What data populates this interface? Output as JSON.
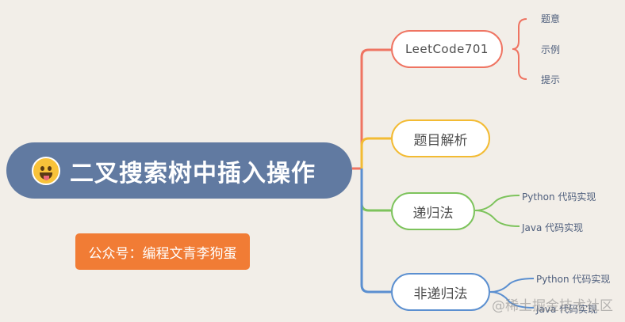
{
  "root": {
    "title": "二叉搜索树中插入操作",
    "emoji_icon": "grinning-tongue-emoji"
  },
  "badge": {
    "text": "公众号：编程文青李狗蛋"
  },
  "branches": [
    {
      "label": "LeetCode701",
      "color": "#ef7462",
      "children": [
        "题意",
        "示例",
        "提示"
      ]
    },
    {
      "label": "题目解析",
      "color": "#f3bb33",
      "children": []
    },
    {
      "label": "递归法",
      "color": "#7dc35c",
      "children": [
        "Python 代码实现",
        "Java 代码实现"
      ]
    },
    {
      "label": "非递归法",
      "color": "#5b8fd0",
      "children": [
        "Python 代码实现",
        "Java 代码实现"
      ]
    }
  ],
  "watermark": "@稀土掘金技术社区"
}
